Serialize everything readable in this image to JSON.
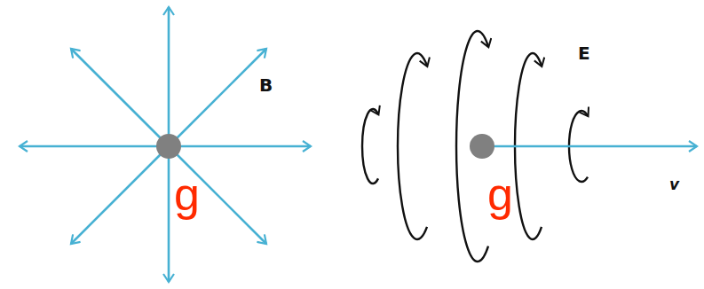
{
  "diagram": {
    "labels": [
      "B",
      "g",
      "E",
      "g",
      "v"
    ]
  }
}
